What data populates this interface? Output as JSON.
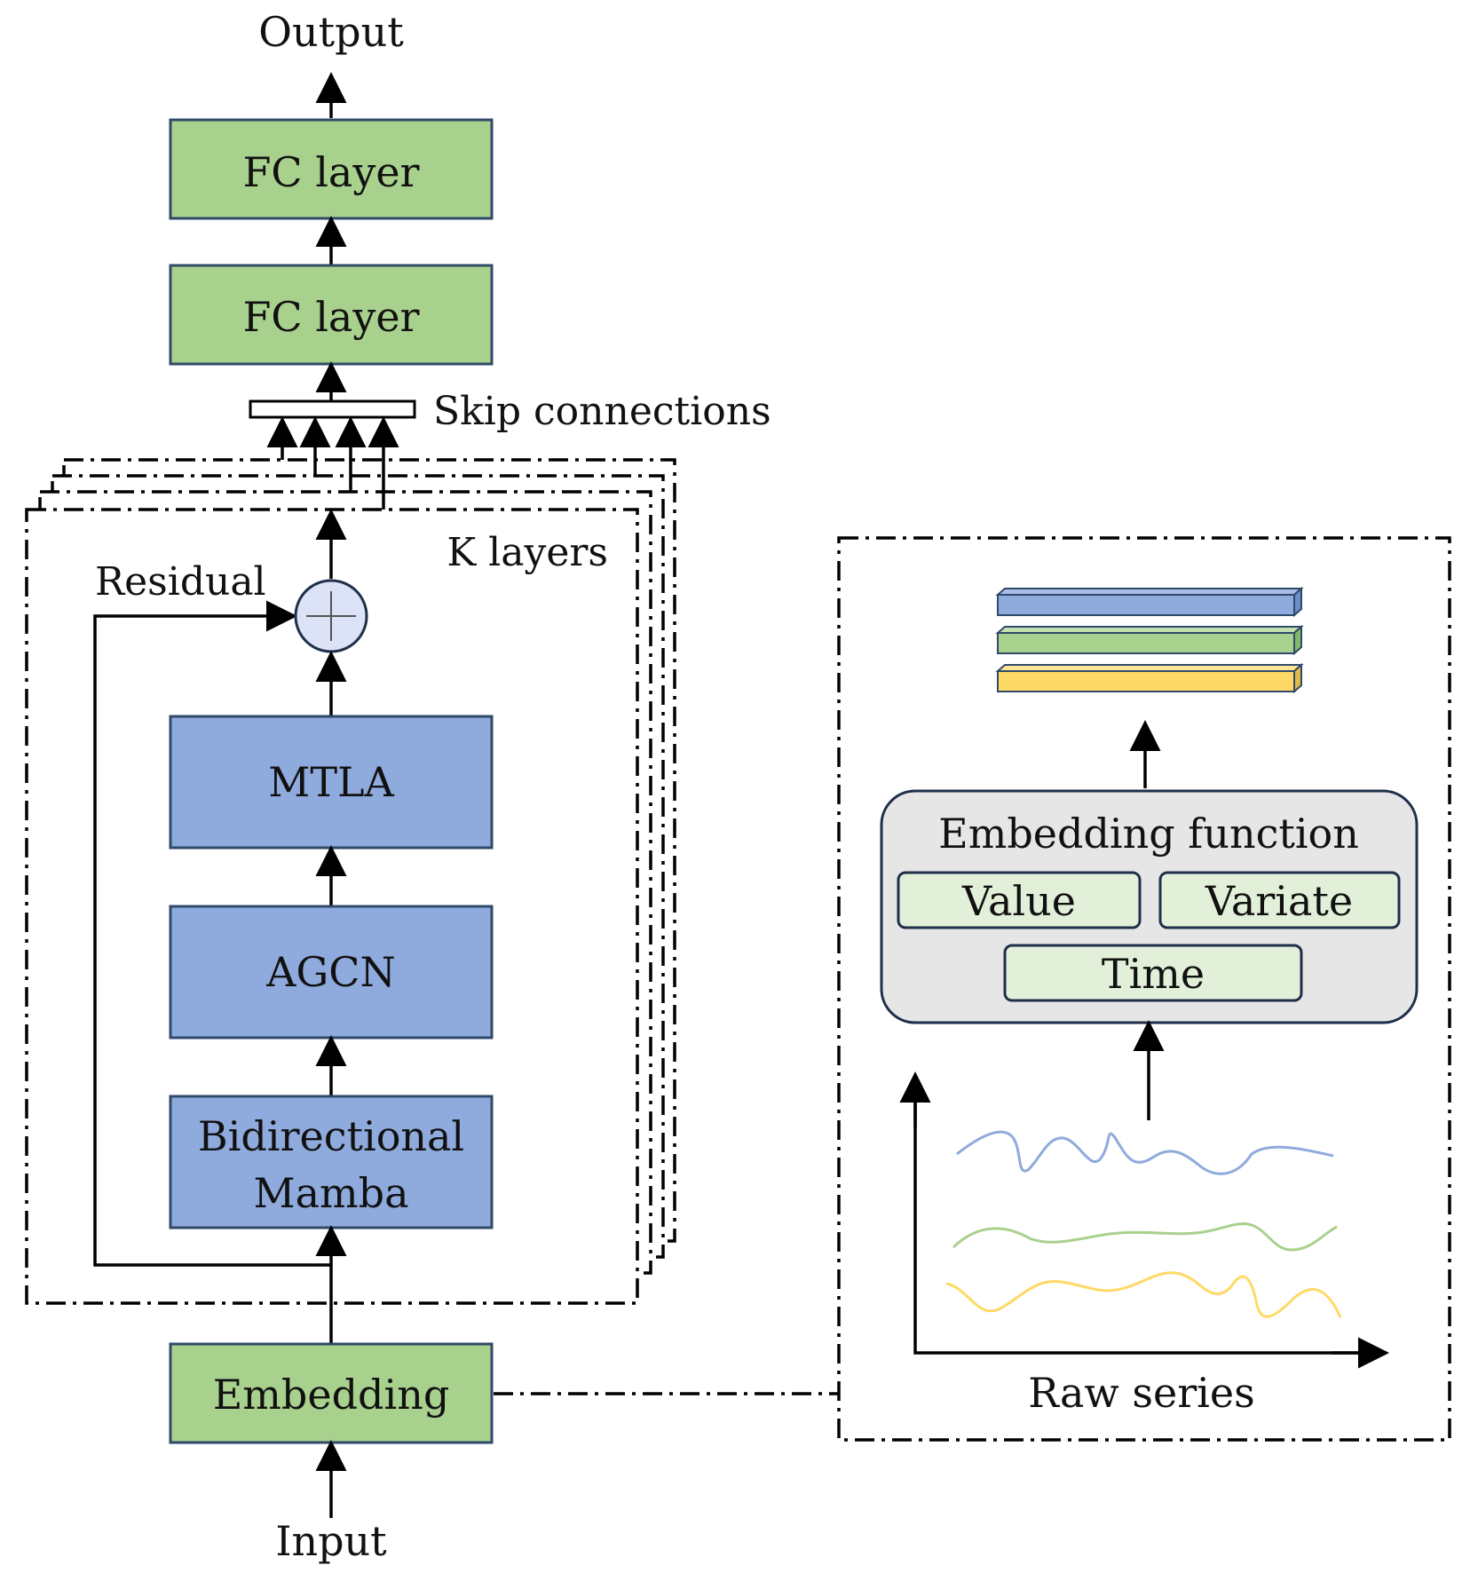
{
  "io": {
    "output": "Output",
    "input": "Input"
  },
  "layers": {
    "fc_top": "FC layer",
    "fc_bottom": "FC layer",
    "skip": "Skip connections",
    "k_layers": "K layers",
    "residual": "Residual",
    "mtla": "MTLA",
    "agcn": "AGCN",
    "mamba_line1": "Bidirectional",
    "mamba_line2": "Mamba",
    "embedding": "Embedding"
  },
  "embedding_detail": {
    "function_title": "Embedding function",
    "value": "Value",
    "variate": "Variate",
    "time": "Time",
    "raw_series": "Raw series"
  },
  "colors": {
    "green": "#a9d18e",
    "blue": "#8faadc",
    "light_green": "#e2f0d9",
    "panel_gray": "#e7e6e6",
    "series_blue": "#8faadc",
    "series_green": "#a9d18e",
    "series_yellow": "#ffd966",
    "token_blue": "#8faadc",
    "token_green": "#a9d18e",
    "token_yellow": "#ffd966"
  }
}
